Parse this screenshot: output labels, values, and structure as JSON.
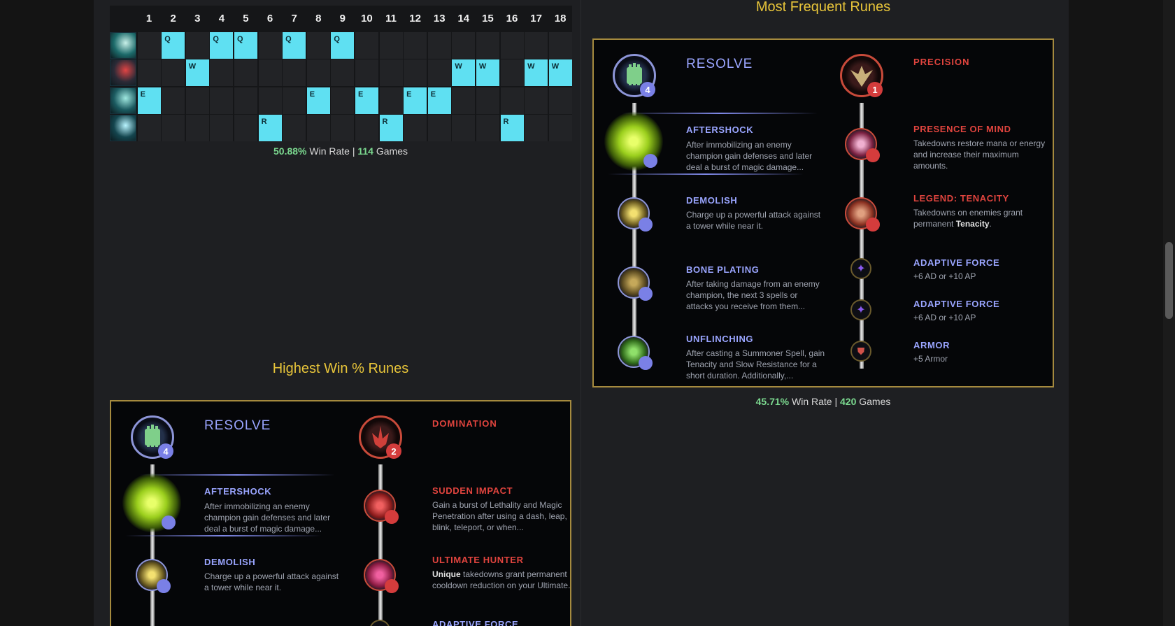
{
  "skill_order": {
    "levels": [
      "1",
      "2",
      "3",
      "4",
      "5",
      "6",
      "7",
      "8",
      "9",
      "10",
      "11",
      "12",
      "13",
      "14",
      "15",
      "16",
      "17",
      "18"
    ],
    "rows": [
      {
        "key": "Q",
        "levels": [
          2,
          4,
          5,
          7,
          9
        ]
      },
      {
        "key": "W",
        "levels": [
          3,
          14,
          15,
          17,
          18
        ]
      },
      {
        "key": "E",
        "levels": [
          1,
          8,
          10,
          12,
          13
        ]
      },
      {
        "key": "R",
        "levels": [
          6,
          11,
          16
        ]
      }
    ],
    "win_rate": "50.88%",
    "win_rate_label": "Win Rate |",
    "games": "114",
    "games_label": "Games"
  },
  "most_frequent": {
    "title": "Most Frequent Runes",
    "primary": {
      "tree": "RESOLVE",
      "count": "4",
      "runes": [
        {
          "name": "AFTERSHOCK",
          "desc": "After immobilizing an enemy champion gain defenses and later deal a burst of magic damage..."
        },
        {
          "name": "DEMOLISH",
          "desc": "Charge up a powerful attack against a tower while near it."
        },
        {
          "name": "BONE PLATING",
          "desc": "After taking damage from an enemy champion, the next 3 spells or attacks you receive from them..."
        },
        {
          "name": "UNFLINCHING",
          "desc": "After casting a Summoner Spell, gain Tenacity and Slow Resistance for a short duration. Additionally,..."
        }
      ]
    },
    "secondary": {
      "tree": "PRECISION",
      "count": "1",
      "runes": [
        {
          "name": "PRESENCE OF MIND",
          "desc": "Takedowns restore mana or energy and increase their maximum amounts."
        },
        {
          "name": "LEGEND: TENACITY",
          "desc_pre": "Takedowns on enemies grant permanent ",
          "desc_bold": "Tenacity",
          "desc_post": "."
        }
      ]
    },
    "shards": [
      {
        "name": "ADAPTIVE FORCE",
        "desc": "+6 AD or +10 AP"
      },
      {
        "name": "ADAPTIVE FORCE",
        "desc": "+6 AD or +10 AP"
      },
      {
        "name": "ARMOR",
        "desc": "+5 Armor"
      }
    ],
    "win_rate": "45.71%",
    "win_rate_label": "Win Rate |",
    "games": "420",
    "games_label": "Games"
  },
  "highest_win": {
    "title": "Highest Win % Runes",
    "primary": {
      "tree": "RESOLVE",
      "count": "4",
      "runes": [
        {
          "name": "AFTERSHOCK",
          "desc": "After immobilizing an enemy champion gain defenses and later deal a burst of magic damage..."
        },
        {
          "name": "DEMOLISH",
          "desc": "Charge up a powerful attack against a tower while near it."
        }
      ]
    },
    "secondary": {
      "tree": "DOMINATION",
      "count": "2",
      "runes": [
        {
          "name": "SUDDEN IMPACT",
          "desc": "Gain a burst of Lethality and Magic Penetration after using a dash, leap, blink, teleport, or when..."
        },
        {
          "name": "ULTIMATE HUNTER",
          "desc_bold": "Unique",
          "desc_post": " takedowns grant permanent cooldown reduction on your Ultimate."
        }
      ]
    },
    "shards": [
      {
        "name": "ADAPTIVE FORCE"
      }
    ]
  }
}
